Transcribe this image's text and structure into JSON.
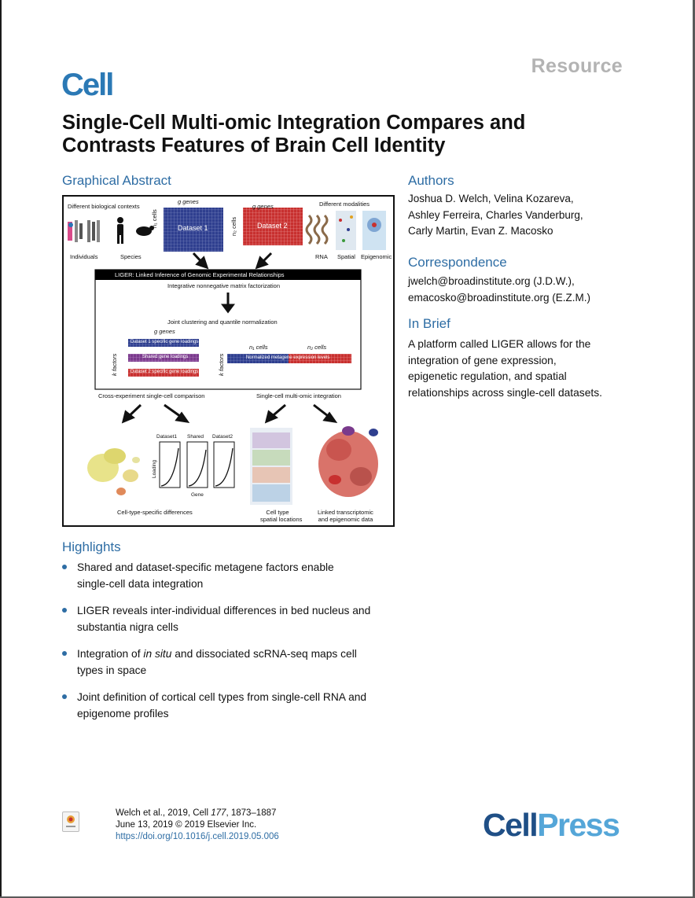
{
  "header": {
    "article_type": "Resource",
    "journal": "Cell",
    "title_lines": [
      "Single-Cell Multi-omic Integration Compares and",
      "Contrasts Features of Brain Cell Identity"
    ]
  },
  "graphical_abstract": {
    "heading": "Graphical Abstract",
    "bio_contexts_label": "Different biological contexts",
    "individuals_label": "Individuals",
    "species_label": "Species",
    "g_genes_label": "g genes",
    "n1_cells_label": "n₁ cells",
    "n2_cells_label": "n₂ cells",
    "dataset1_label": "Dataset 1",
    "dataset2_label": "Dataset 2",
    "modalities_label": "Different modalities",
    "rna_label": "RNA",
    "spatial_label": "Spatial",
    "epigenomic_label": "Epigenomic",
    "liger_banner": "LIGER: Linked Inference of Genomic Experimental Relationships",
    "inmf_label": "Integrative nonnegative matrix factorization",
    "joint_label": "Joint clustering and quantile normalization",
    "loadings_g_genes": "g genes",
    "k_factors": "k factors",
    "ds1_loadings": "Dataset 1 specific gene loadings",
    "shared_loadings": "Shared gene loadings",
    "ds2_loadings": "Dataset 2 specific gene loadings",
    "expr_n1": "n₁ cells",
    "expr_n2": "n₂ cells",
    "expr_label": "Normalized metagene expression levels",
    "cross_label": "Cross-experiment single-cell comparison",
    "multi_label": "Single-cell multi-omic integration",
    "plot_dataset1": "Dataset1",
    "plot_shared": "Shared",
    "plot_dataset2": "Dataset2",
    "loading_axis": "Loading",
    "gene_axis": "Gene",
    "celltype_diff": "Cell-type-specific differences",
    "celltype_spatial_1": "Cell type",
    "celltype_spatial_2": "spatial locations",
    "linked_1": "Linked transcriptomic",
    "linked_2": "and epigenomic data",
    "colors": {
      "dataset1": "#2f3f8f",
      "dataset2": "#c8302f",
      "shared": "#7a3a8c",
      "banner": "#000000"
    }
  },
  "authors": {
    "heading": "Authors",
    "lines": [
      "Joshua D. Welch, Velina Kozareva,",
      "Ashley Ferreira, Charles Vanderburg,",
      "Carly Martin, Evan Z. Macosko"
    ]
  },
  "correspondence": {
    "heading": "Correspondence",
    "lines": [
      "jwelch@broadinstitute.org (J.D.W.),",
      "emacosko@broadinstitute.org (E.Z.M.)"
    ]
  },
  "in_brief": {
    "heading": "In Brief",
    "lines": [
      "A platform called LIGER allows for the",
      "integration of gene expression,",
      "epigenetic regulation, and spatial",
      "relationships across single-cell datasets."
    ]
  },
  "highlights": {
    "heading": "Highlights",
    "items": [
      {
        "l1": "Shared and dataset-specific metagene factors enable",
        "l2": "single-cell data integration"
      },
      {
        "l1": "LIGER reveals inter-individual differences in bed nucleus and",
        "l2": "substantia nigra cells"
      },
      {
        "l1_pre": "Integration of ",
        "l1_em": "in situ",
        "l1_post": " and dissociated scRNA-seq maps cell",
        "l2": "types in space"
      },
      {
        "l1": "Joint definition of cortical cell types from single-cell RNA and",
        "l2": "epigenome profiles"
      }
    ]
  },
  "footer": {
    "citation_pre": "Welch et al., 2019, Cell ",
    "citation_vol": "177",
    "citation_post": ", 1873–1887",
    "date_line": "June 13, 2019 © 2019 Elsevier Inc.",
    "doi": "https://doi.org/10.1016/j.cell.2019.05.006",
    "publisher_a": "Cell",
    "publisher_b": "Press",
    "badge_icon": "check-for-updates-icon"
  }
}
